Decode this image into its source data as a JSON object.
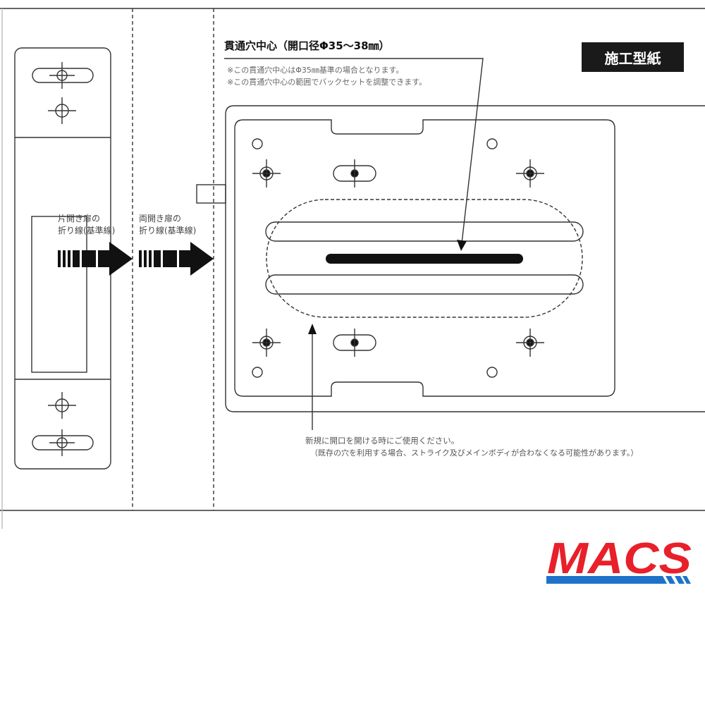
{
  "badge": "施工型紙",
  "through_hole": {
    "title": "貫通穴中心（開口径Φ35～38㎜）",
    "notes": [
      "※この貫通穴中心はΦ35㎜基準の場合となります。",
      "※この貫通穴中心の範囲でバックセットを調整できます。"
    ]
  },
  "fold_lines": {
    "single": [
      "片開き扉の",
      "折り線(基準線)"
    ],
    "double": [
      "両開き扉の",
      "折り線(基準線)"
    ]
  },
  "new_opening": {
    "line1": "新規に開口を開ける時にご使用ください。",
    "line2": "（既存の穴を利用する場合、ストライク及びメインボディが合わなくなる可能性があります。）"
  },
  "logo": {
    "text": "MACS",
    "red": "#e8202a",
    "blue": "#1e73c8"
  }
}
